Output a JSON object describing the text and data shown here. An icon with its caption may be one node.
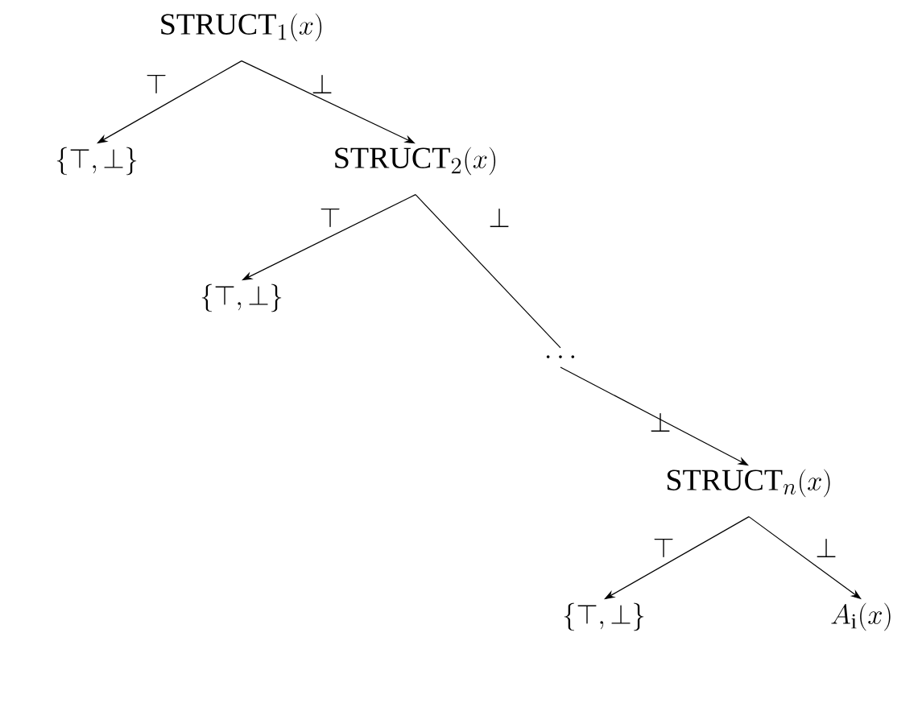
{
  "diagram": {
    "nodes": [
      {
        "text": [
          "\\mathrm{STRUCT}_{1}(x)"
        ]
      },
      {
        "text": [
          "\\{\\top,\\bot\\}"
        ]
      },
      {
        "text": [
          "\\mathrm{STRUCT}_{2}(x)"
        ]
      },
      {
        "text": [
          "\\{\\top,\\bot\\}"
        ]
      },
      {
        "text": [
          "\\cdots"
        ]
      },
      {
        "text": [
          "\\mathrm{STRUCT}_{n}(x)"
        ]
      },
      {
        "text": [
          "\\{\\top,\\bot\\}"
        ]
      },
      {
        "text": [
          "A_{\\mathrm{i}}(x)"
        ]
      }
    ],
    "edges": [
      {
        "from": 0,
        "to": 1,
        "arrow": "to",
        "label": "\\top"
      },
      {
        "from": 0,
        "to": 2,
        "arrow": "to",
        "label": "\\bot"
      },
      {
        "from": 2,
        "to": 3,
        "arrow": "to",
        "label": "\\top"
      },
      {
        "from": 2,
        "to": 4,
        "arrow": "none",
        "label": "\\bot"
      },
      {
        "from": 4,
        "to": 5,
        "arrow": "to",
        "label": "\\bot"
      },
      {
        "from": 5,
        "to": 6,
        "arrow": "to",
        "label": "\\top"
      },
      {
        "from": 5,
        "to": 7,
        "arrow": "to",
        "label": "\\bot"
      }
    ]
  }
}
